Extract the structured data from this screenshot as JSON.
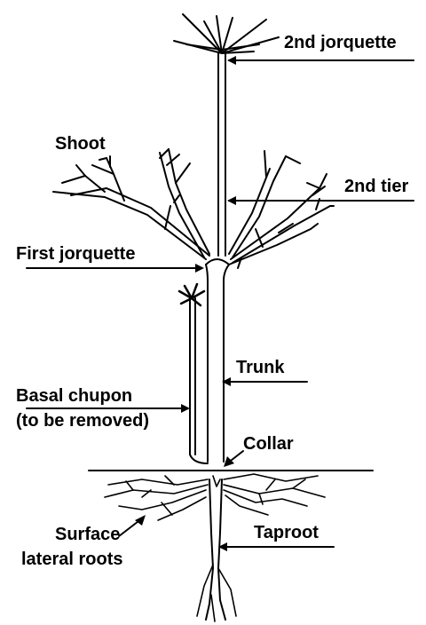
{
  "diagram": {
    "labels": {
      "jorquette2": "2nd jorquette",
      "shoot": "Shoot",
      "tier2": "2nd tier",
      "jorquette1": "First jorquette",
      "trunk": "Trunk",
      "chupon_line1": "Basal chupon",
      "chupon_line2": "(to be removed)",
      "collar": "Collar",
      "surface_line1": "Surface",
      "surface_line2": "lateral roots",
      "taproot": "Taproot"
    }
  }
}
